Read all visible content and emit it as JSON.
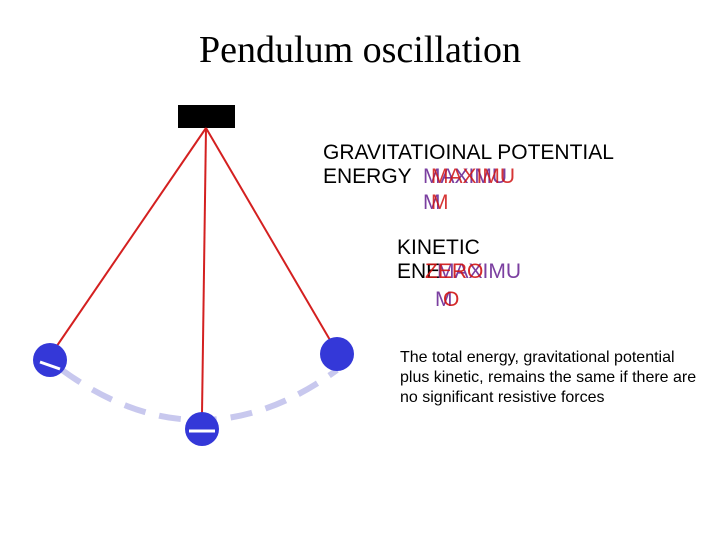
{
  "title": "Pendulum oscillation",
  "gpe": {
    "line1": "GRAVITATIOINAL POTENTIAL",
    "energy": "ENERGY",
    "max_a": "MAXIMU",
    "max_b": "MAXIMU",
    "m_a": "M",
    "m_b": "M"
  },
  "ke": {
    "line1": "KINETIC",
    "ener": "ENE",
    "max": "MAXIMU",
    "zero": "ZERO",
    "m": "M",
    "o": "O"
  },
  "note": "The total energy, gravitational potential plus kinetic, remains the same if there are no significant resistive forces",
  "colors": {
    "rod": "#d42020",
    "bob": "#3438d8",
    "path": "#c8c8ee",
    "support": "#000000"
  }
}
